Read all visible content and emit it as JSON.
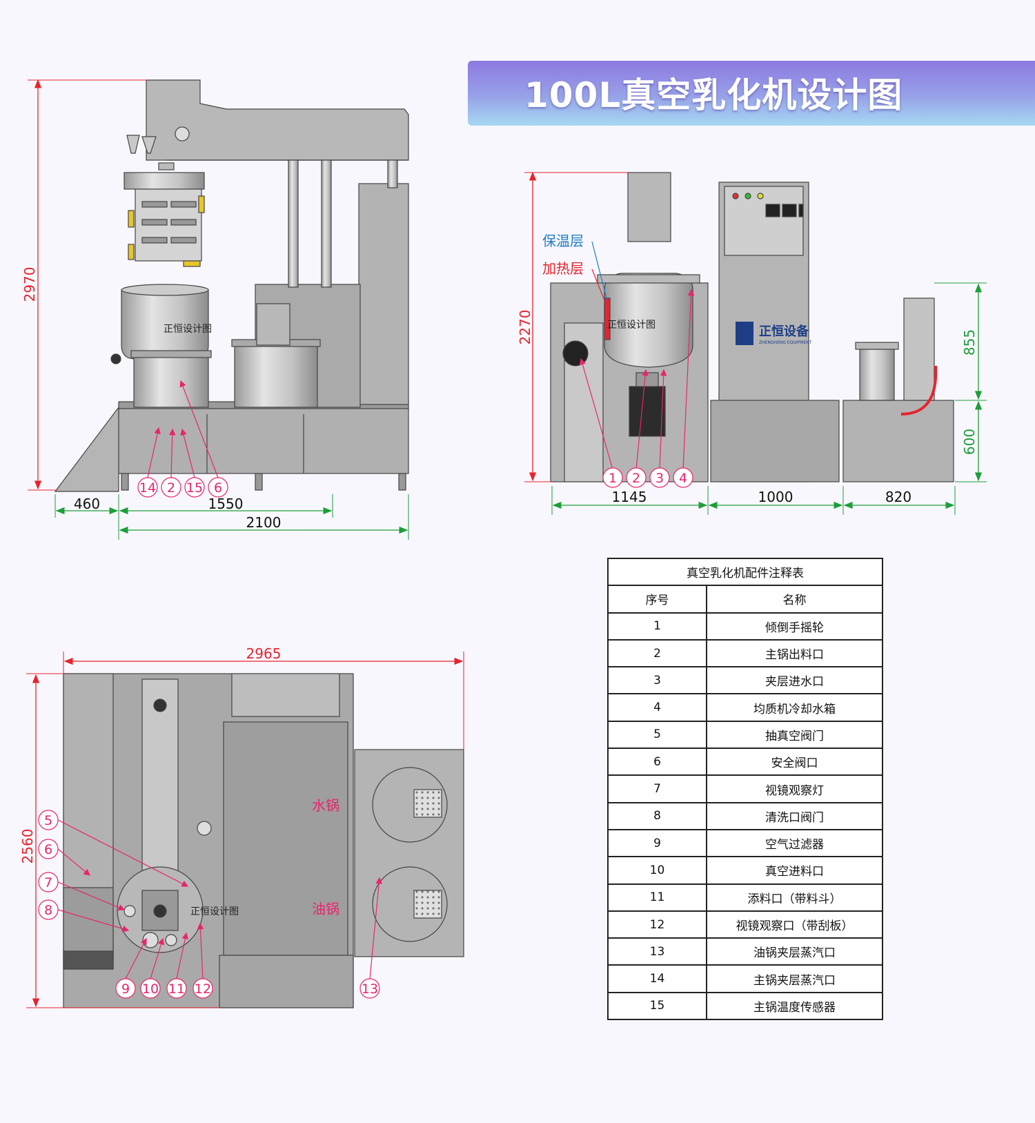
{
  "banner": {
    "title": "100L真空乳化机设计图"
  },
  "side_view": {
    "height_dim": "2970",
    "dims": [
      "460",
      "1550",
      "2100"
    ],
    "watermark": "正恒设计图",
    "callouts": [
      "14",
      "2",
      "15",
      "6"
    ]
  },
  "front_view": {
    "height_dim": "2270",
    "right_dims": [
      "855",
      "600"
    ],
    "bottom_dims": [
      "1145",
      "1000",
      "820"
    ],
    "layer_labels": [
      "保温层",
      "加热层"
    ],
    "watermark": "正恒设计图",
    "brand": "正恒设备",
    "brand_sub": "ZHENGHENG EQUIPMENT",
    "callouts": [
      "1",
      "2",
      "3",
      "4"
    ]
  },
  "top_view": {
    "width_dim": "2965",
    "height_dim": "2560",
    "watermark": "正恒设计图",
    "water_pot": "水锅",
    "oil_pot": "油锅",
    "left_callouts": [
      "5",
      "6",
      "7",
      "8"
    ],
    "bottom_callouts": [
      "9",
      "10",
      "11",
      "12",
      "13"
    ]
  },
  "parts_table": {
    "title": "真空乳化机配件注释表",
    "headers": [
      "序号",
      "名称"
    ],
    "rows": [
      [
        "1",
        "倾倒手摇轮"
      ],
      [
        "2",
        "主锅出料口"
      ],
      [
        "3",
        "夹层进水口"
      ],
      [
        "4",
        "均质机冷却水箱"
      ],
      [
        "5",
        "抽真空阀门"
      ],
      [
        "6",
        "安全阀口"
      ],
      [
        "7",
        "视镜观察灯"
      ],
      [
        "8",
        "清洗口阀门"
      ],
      [
        "9",
        "空气过滤器"
      ],
      [
        "10",
        "真空进料口"
      ],
      [
        "11",
        "添料口（带料斗）"
      ],
      [
        "12",
        "视镜观察口（带刮板）"
      ],
      [
        "13",
        "油锅夹层蒸汽口"
      ],
      [
        "14",
        "主锅夹层蒸汽口"
      ],
      [
        "15",
        "主锅温度传感器"
      ]
    ]
  },
  "colors": {
    "dimension_red": "#e8232d",
    "dimension_green": "#1d9e3a",
    "callout_pink": "#e8246e",
    "machine_gray": "#a8a8a8",
    "banner_purple": "#8e79e0",
    "banner_blue": "#a6d8f3"
  }
}
